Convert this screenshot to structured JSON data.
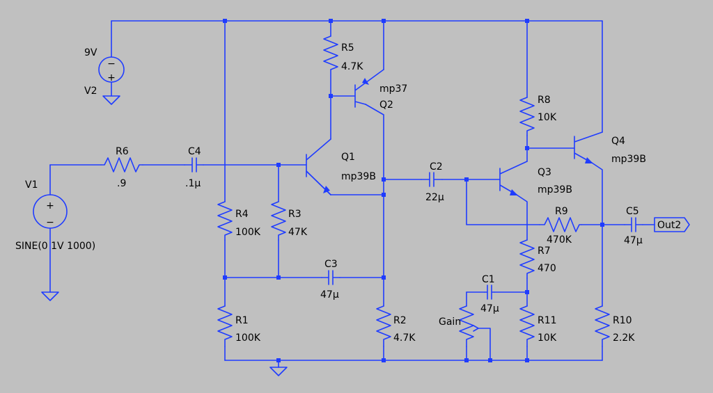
{
  "colors": {
    "background": "#c0c0c0",
    "wire": "#1f3cff",
    "text": "#000000"
  },
  "components": {
    "v2": {
      "name": "V2",
      "value": "9V"
    },
    "v1": {
      "name": "V1",
      "value": "SINE(0 1V 1000)"
    },
    "r1": {
      "name": "R1",
      "value": "100K"
    },
    "r2": {
      "name": "R2",
      "value": "4.7K"
    },
    "r3": {
      "name": "R3",
      "value": "47K"
    },
    "r4": {
      "name": "R4",
      "value": "100K"
    },
    "r5": {
      "name": "R5",
      "value": "4.7K"
    },
    "r6": {
      "name": "R6",
      "value": ".9"
    },
    "r7": {
      "name": "R7",
      "value": "470"
    },
    "r8": {
      "name": "R8",
      "value": "10K"
    },
    "r9": {
      "name": "R9",
      "value": "470K"
    },
    "r10": {
      "name": "R10",
      "value": "2.2K"
    },
    "r11": {
      "name": "R11",
      "value": "10K"
    },
    "c1": {
      "name": "C1",
      "value": "47µ"
    },
    "c2": {
      "name": "C2",
      "value": "22µ"
    },
    "c3": {
      "name": "C3",
      "value": "47µ"
    },
    "c4": {
      "name": "C4",
      "value": ".1µ"
    },
    "c5": {
      "name": "C5",
      "value": "47µ"
    },
    "q1": {
      "name": "Q1",
      "model": "mp39B"
    },
    "q2": {
      "name": "Q2",
      "model": "mp37"
    },
    "q3": {
      "name": "Q3",
      "model": "mp39B"
    },
    "q4": {
      "name": "Q4",
      "model": "mp39B"
    },
    "gain": {
      "name": "Gain"
    }
  },
  "output_label": "Out2",
  "source_polarity": {
    "plus": "+",
    "minus": "−"
  }
}
